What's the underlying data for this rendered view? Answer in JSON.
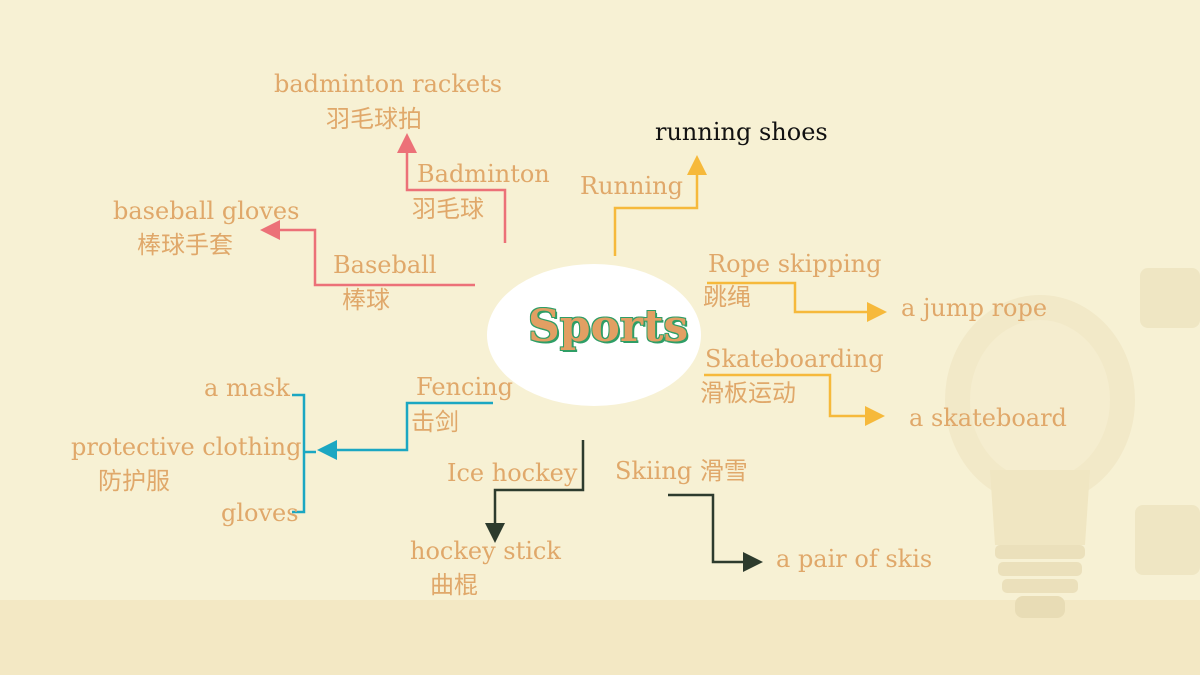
{
  "center": {
    "title": "Sports"
  },
  "colors": {
    "label": "#e0a86a",
    "badminton_baseball": "#ec7178",
    "running_rope_skate": "#f6b93b",
    "fencing": "#1ba7c2",
    "hockey_skiing": "#2d3b2d",
    "center_title_outline": "#2f9e66"
  },
  "labels": {
    "badminton_rackets_en": "badminton rackets",
    "badminton_rackets_zh": "羽毛球拍",
    "badminton_en": "Badminton",
    "badminton_zh": "羽毛球",
    "baseball_gloves_en": "baseball gloves",
    "baseball_gloves_zh": "棒球手套",
    "baseball_en": "Baseball",
    "baseball_zh": "棒球",
    "running_shoes": "running shoes",
    "running": "Running",
    "rope_skipping_en": "Rope skipping",
    "rope_skipping_zh": "跳绳",
    "jump_rope": "a jump rope",
    "skateboarding_en": "Skateboarding",
    "skateboarding_zh": "滑板运动",
    "skateboard": "a skateboard",
    "mask": "a mask",
    "fencing_en": "Fencing",
    "fencing_zh": "击剑",
    "protective_clothing_en": "protective clothing",
    "protective_clothing_zh": "防护服",
    "gloves": "gloves",
    "ice_hockey": "Ice hockey",
    "skiing": "Skiing 滑雪",
    "hockey_stick_en": "hockey stick",
    "hockey_stick_zh": "曲棍",
    "pair_of_skis": "a pair of skis"
  }
}
